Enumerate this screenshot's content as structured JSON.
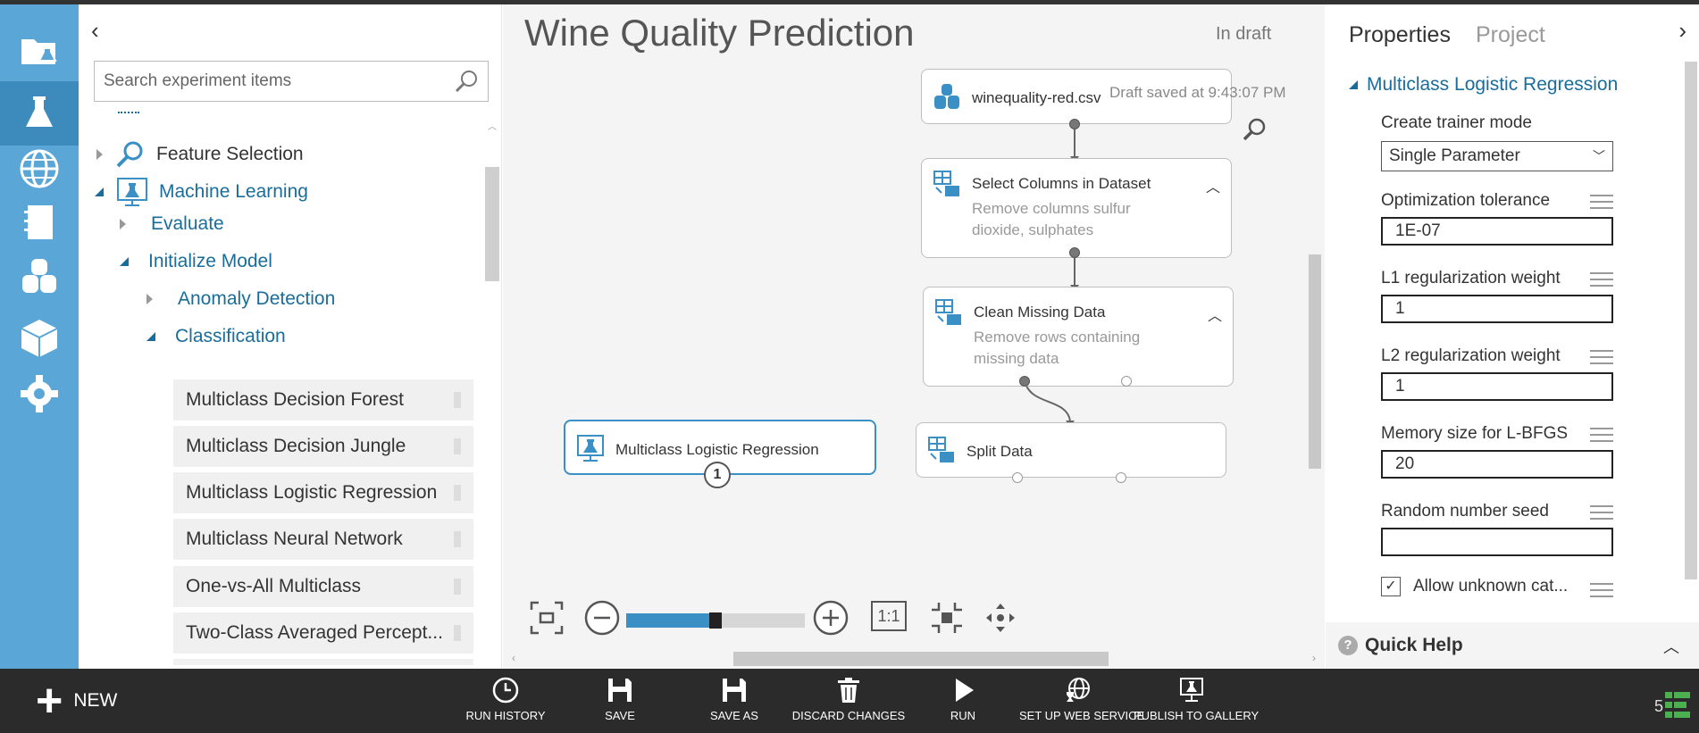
{
  "palette": {
    "search_placeholder": "Search experiment items",
    "tree": [
      {
        "label": "Feature Selection",
        "level": 0,
        "expanded": false
      },
      {
        "label": "Machine Learning",
        "level": 0,
        "expanded": true
      },
      {
        "label": "Evaluate",
        "level": 1,
        "expanded": false
      },
      {
        "label": "Initialize Model",
        "level": 1,
        "expanded": true
      },
      {
        "label": "Anomaly Detection",
        "level": 2,
        "expanded": false
      },
      {
        "label": "Classification",
        "level": 2,
        "expanded": true
      }
    ],
    "modules": [
      "Multiclass Decision Forest",
      "Multiclass Decision Jungle",
      "Multiclass Logistic Regression",
      "Multiclass Neural Network",
      "One-vs-All Multiclass",
      "Two-Class Averaged Percept..."
    ]
  },
  "canvas": {
    "title": "Wine Quality Prediction",
    "status": "In draft",
    "draft_saved": "Draft saved at 9:43:07 PM",
    "nodes": {
      "dataset": {
        "title": "winequality-red.csv"
      },
      "select": {
        "title": "Select Columns in Dataset",
        "subtitle": "Remove columns sulfur dioxide, sulphates"
      },
      "clean": {
        "title": "Clean Missing Data",
        "subtitle": "Remove rows containing missing data"
      },
      "mlr": {
        "title": "Multiclass Logistic Regression",
        "badge": "1"
      },
      "split": {
        "title": "Split Data"
      }
    },
    "zoom_fraction": 0.5,
    "one_to_one": "1:1"
  },
  "properties": {
    "tabs": [
      "Properties",
      "Project"
    ],
    "section": "Multiclass Logistic Regression",
    "trainer_mode_label": "Create trainer mode",
    "trainer_mode_value": "Single Parameter",
    "fields": [
      {
        "label": "Optimization tolerance",
        "value": "1E-07"
      },
      {
        "label": "L1 regularization weight",
        "value": "1"
      },
      {
        "label": "L2 regularization weight",
        "value": "1"
      },
      {
        "label": "Memory size for L-BFGS",
        "value": "20"
      },
      {
        "label": "Random number seed",
        "value": ""
      }
    ],
    "checkbox_label": "Allow unknown cat...",
    "checkbox_checked": true,
    "quick_help": "Quick Help"
  },
  "toolbar": {
    "new_label": "NEW",
    "buttons": [
      "RUN HISTORY",
      "SAVE",
      "SAVE AS",
      "DISCARD CHANGES",
      "RUN",
      "SET UP WEB SERVICE",
      "PUBLISH TO GALLERY"
    ],
    "counter": "5"
  },
  "colors": {
    "rail": "#5aa6d6",
    "accent": "#1a6d9a",
    "selected_border": "#3a8fc5",
    "bottom_bar": "#2b2b2b"
  }
}
